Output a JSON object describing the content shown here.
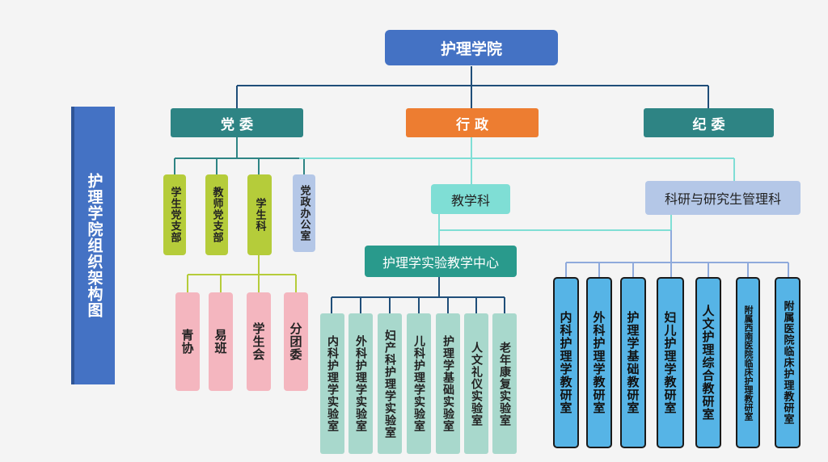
{
  "title_side": "护理学院组织架构图",
  "root": "护理学院",
  "branches": {
    "party": "党 委",
    "admin": "行 政",
    "discipline": "纪 委"
  },
  "party_children": [
    "学生党支部",
    "教师党支部",
    "学生科",
    "党政办公室"
  ],
  "student_section_children": [
    "青协",
    "易班",
    "学生会",
    "分团委"
  ],
  "admin_children": {
    "teaching": "教学科",
    "research": "科研与研究生管理科"
  },
  "lab_center": "护理学实验教学中心",
  "labs": [
    "内科护理学实验室",
    "外科护理学实验室",
    "妇产科护理学实验室",
    "儿科护理学实验室",
    "护理学基础实验室",
    "人文礼仪实验室",
    "老年康复实验室"
  ],
  "teaching_offices": [
    "内科护理学教研室",
    "外科护理学教研室",
    "护理学基础教研室",
    "妇儿护理学教研室",
    "人文护理综合教研室",
    "附属西南医院临床护理教研室",
    "附属医院临床护理教研室"
  ],
  "colors": {
    "root": "#4472c4",
    "party": "#2e8484",
    "admin": "#ed7d31",
    "discipline": "#2e8484",
    "green": "#b5cc3a",
    "pink": "#f4b6bf",
    "lavender": "#b4c7e7",
    "cyan": "#7fded5",
    "teal": "#299a8c",
    "mint": "#a8d8cc",
    "blue": "#56b4e6"
  }
}
